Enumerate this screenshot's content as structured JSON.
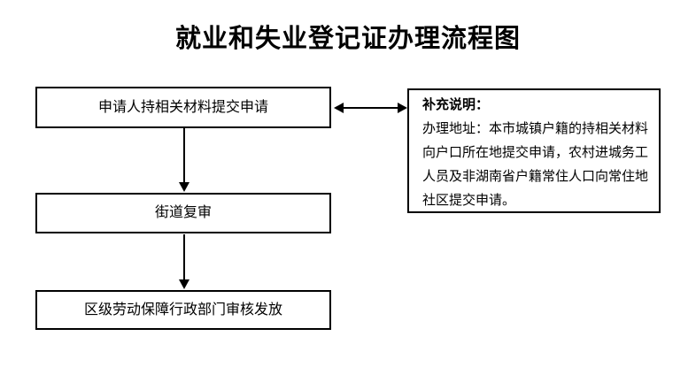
{
  "page": {
    "title": "就业和失业登记证办理流程图"
  },
  "flow": {
    "steps": [
      {
        "label": "申请人持相关材料提交申请"
      },
      {
        "label": "街道复审"
      },
      {
        "label": "区级劳动保障行政部门审核发放"
      }
    ]
  },
  "note": {
    "heading": "补充说明：",
    "lines": [
      "办理地址：本市城镇户籍的持相关材料",
      "向户口所在地提交申请，农村进城务工",
      "人员及非湖南省户籍常住人口向常住地",
      "社区提交申请。"
    ]
  },
  "colors": {
    "line": "#000000",
    "text": "#000000",
    "background": "#ffffff"
  }
}
